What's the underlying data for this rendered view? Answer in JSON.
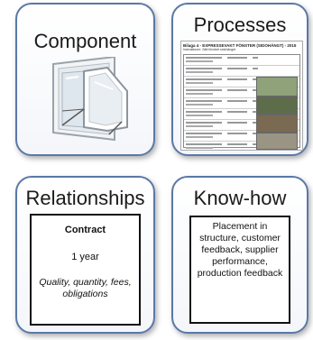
{
  "cards": {
    "component": {
      "title": "Component"
    },
    "processes": {
      "title": "Processes",
      "document": {
        "heading": "Bilaga 4 - EXPRESSEVAKT FÖNSTER (SIDOHÄNGT) - 2015",
        "subheading": "Instruktioner: Sätt fönstret sidohänget"
      }
    },
    "relationships": {
      "title": "Relationships",
      "contract": {
        "title": "Contract",
        "term": "1 year",
        "details": "Quality, quantity, fees, obligations"
      }
    },
    "knowhow": {
      "title": "Know-how",
      "text": "Placement in structure, customer feedback, supplier performance, production feedback"
    }
  }
}
